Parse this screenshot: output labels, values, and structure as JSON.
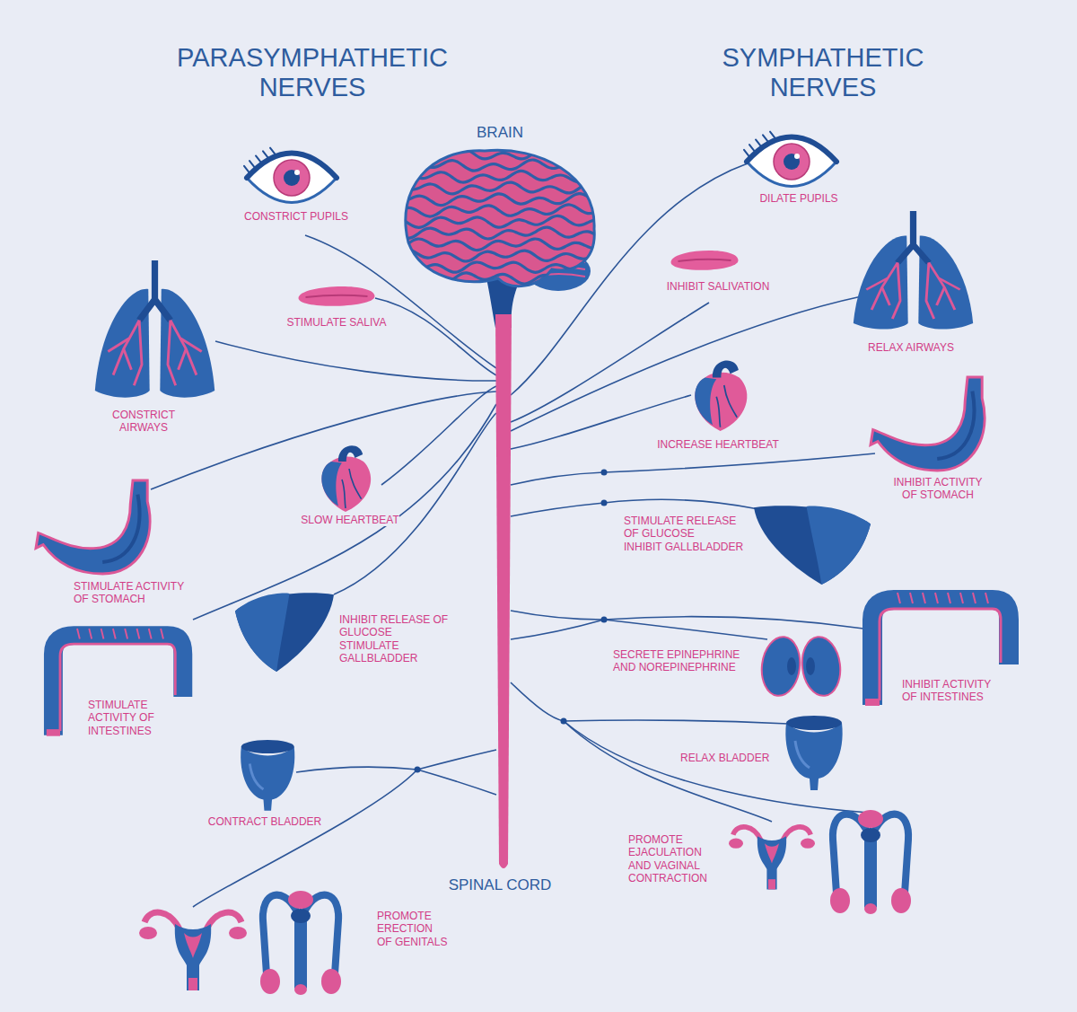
{
  "diagram": {
    "labels": [
      "PARASYMPHATHETIC NERVES",
      "SYMPHATHETIC NERVES",
      "BRAIN",
      "CONSTRICT PUPILS",
      "STIMULATE SALIVA",
      "CONSTRICT AIRWAYS",
      "SLOW HEARTBEAT",
      "STIMULATE ACTIVITY OF STOMACH",
      "INHIBIT RELEASE OF GLUCOSE",
      "STIMULATE GALLBLADDER",
      "STIMULATE ACTIVITY OF INTESTINES",
      "CONTRACT BLADDER",
      "PROMOTE ERECTION OF GENITALS",
      "DILATE PUPILS",
      "INHIBIT SALIVATION",
      "RELAX AIRWAYS",
      "INCREASE HEARTBEAT",
      "INHIBIT ACTIVITY OF STOMACH",
      "STIMULATE RELEASE OF GLUCOSE",
      "INHIBIT GALLBLADDER",
      "SECRETE EPINEPHRINE AND NOREPINEPHRINE",
      "INHIBIT ACTIVITY OF INTESTINES",
      "RELAX BLADDER",
      "PROMOTE EJACULATION AND VAGINAL CONTRACTION",
      "SPINAL CORD"
    ]
  }
}
